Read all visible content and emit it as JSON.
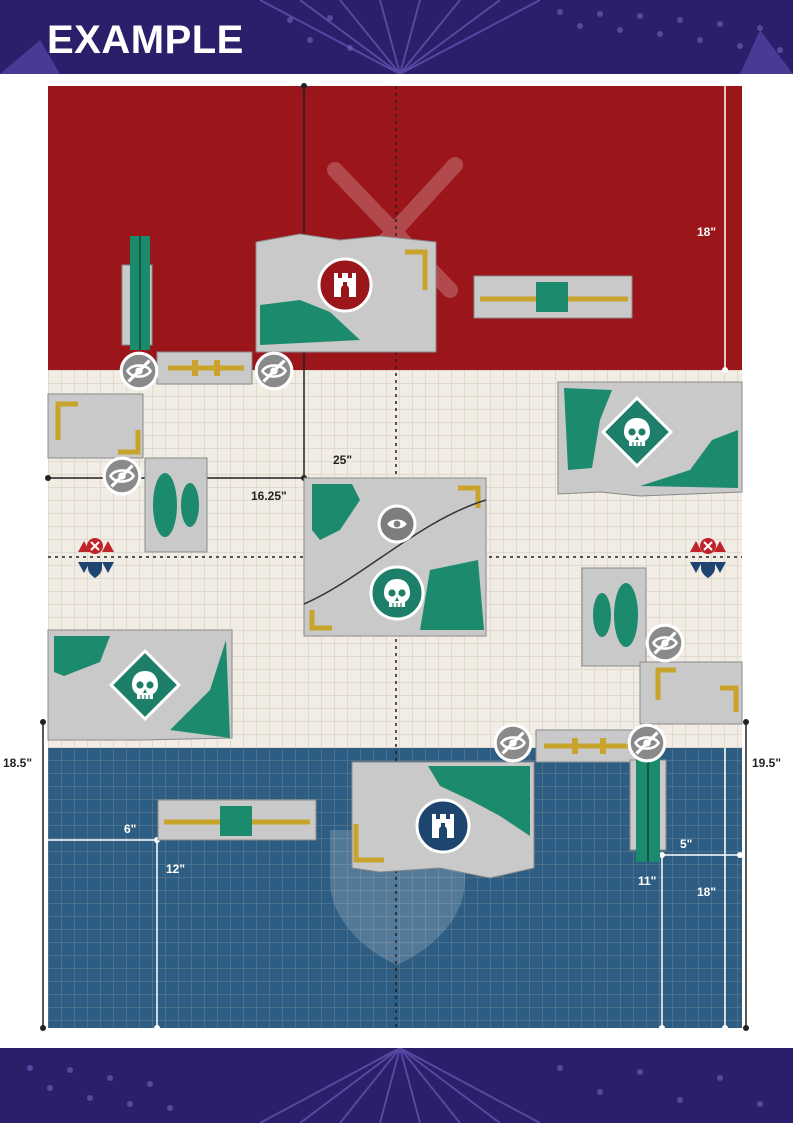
{
  "title": "EXAMPLE",
  "colors": {
    "red_zone": "#9b161b",
    "blue_zone": "#2d5d82",
    "neutral_zone": "#f1ece4",
    "grid_line": "#cfc8bc",
    "ruin_fill": "#c9c9c9",
    "ruin_green": "#1c8a6c",
    "ruin_gold": "#c9a42c",
    "objective_teal": "#1d7e6a",
    "banner_purple": "#2b1f6b"
  },
  "measurements": {
    "red_depth": "18\"",
    "top_width": "25\"",
    "top_depth": "16.25\"",
    "left_height": "18.5\"",
    "right_height": "19.5\"",
    "blue_left_width": "6\"",
    "blue_left_depth": "12\"",
    "blue_right_width": "5\"",
    "blue_right_depth": "11\"",
    "blue_right_height": "18\""
  },
  "icons": {
    "attacker_home": "castle-icon",
    "defender_home": "castle-icon",
    "objectives": [
      "skull-icon",
      "skull-icon",
      "skull-icon"
    ],
    "center_marker": "eye-icon",
    "line_of_sight_blockers": [
      "eye-slash-icon",
      "eye-slash-icon",
      "eye-slash-icon",
      "eye-slash-icon",
      "eye-slash-icon",
      "eye-slash-icon"
    ],
    "red_watermark": "crossed-swords-icon",
    "blue_watermark": "shield-icon",
    "side_markers": [
      "red-blue-markers-icon",
      "red-blue-markers-icon"
    ]
  }
}
